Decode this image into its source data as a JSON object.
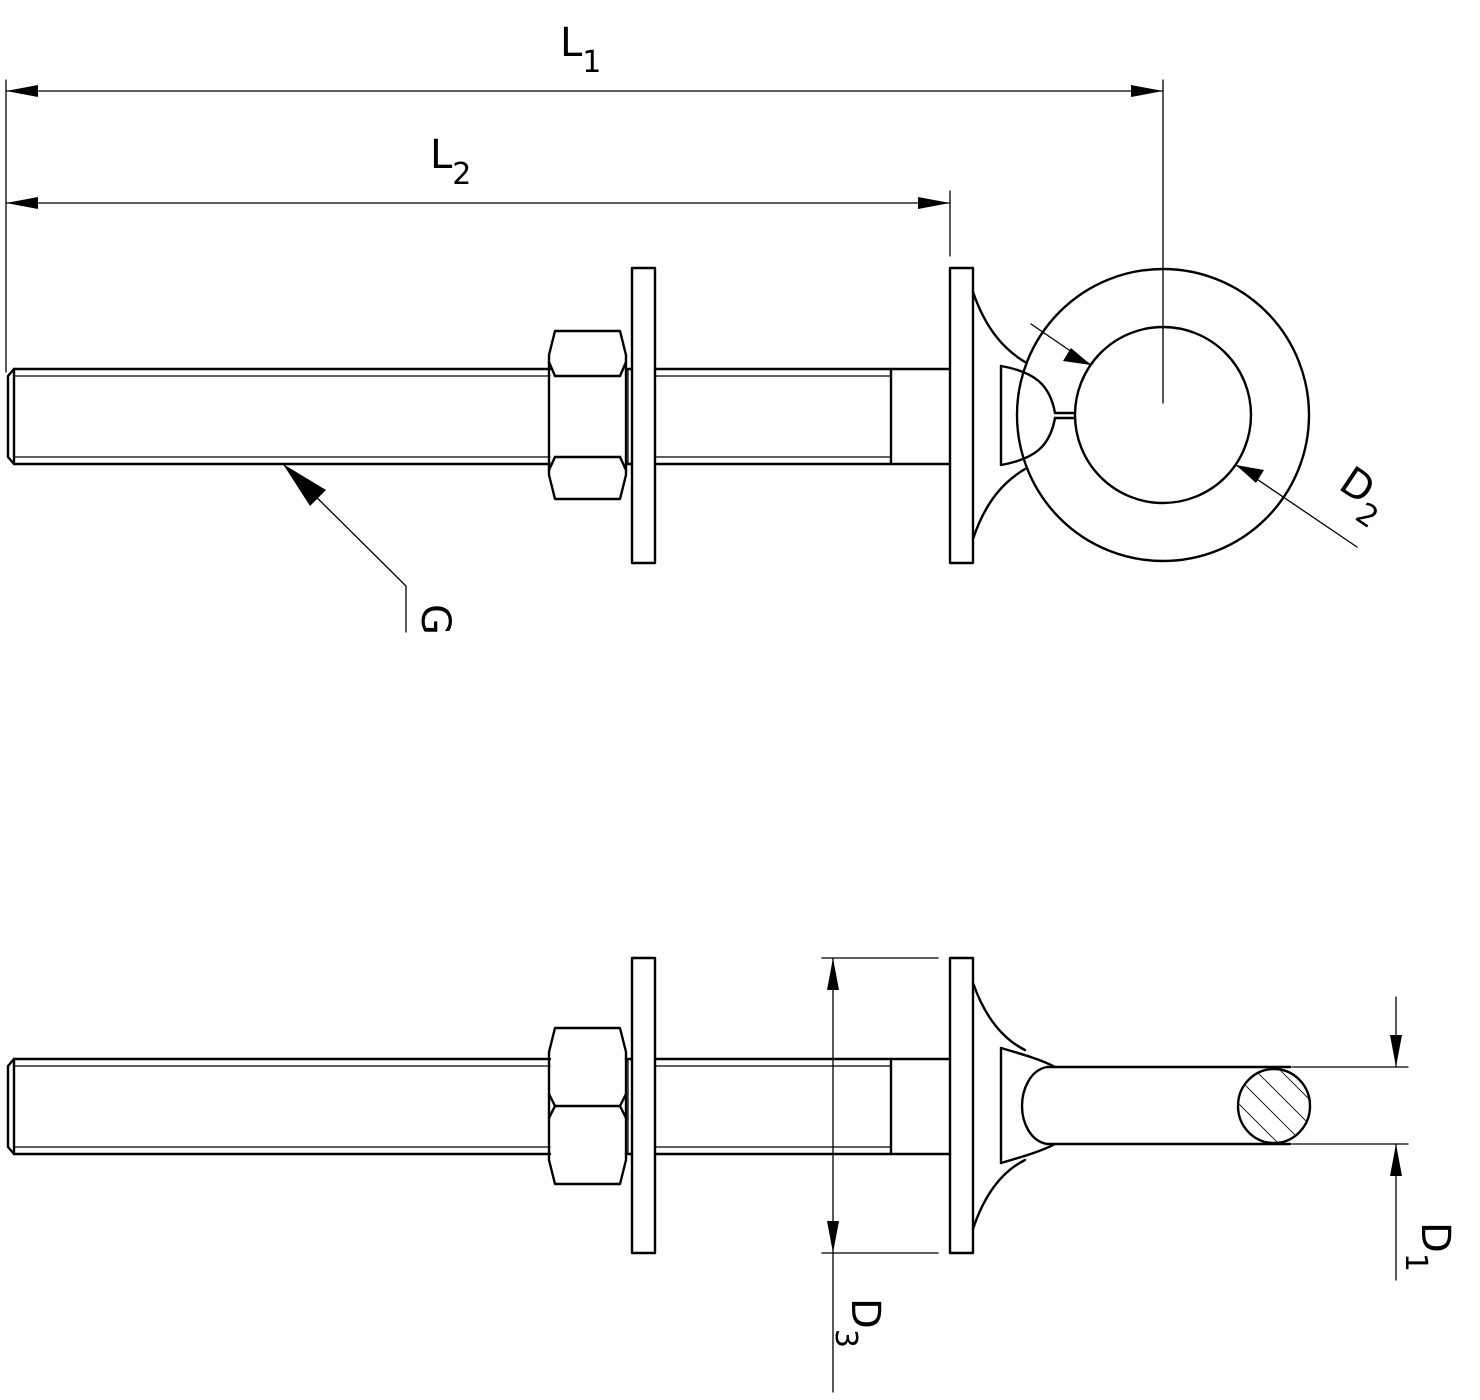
{
  "dimensions": {
    "L1": {
      "letter": "L",
      "sub": "1"
    },
    "L2": {
      "letter": "L",
      "sub": "2"
    },
    "G": {
      "letter": "G"
    },
    "D1": {
      "letter": "D",
      "sub": "1"
    },
    "D2": {
      "letter": "D",
      "sub": "2"
    },
    "D3": {
      "letter": "D",
      "sub": "3"
    }
  },
  "colors": {
    "line": "#000000",
    "background": "#ffffff"
  }
}
